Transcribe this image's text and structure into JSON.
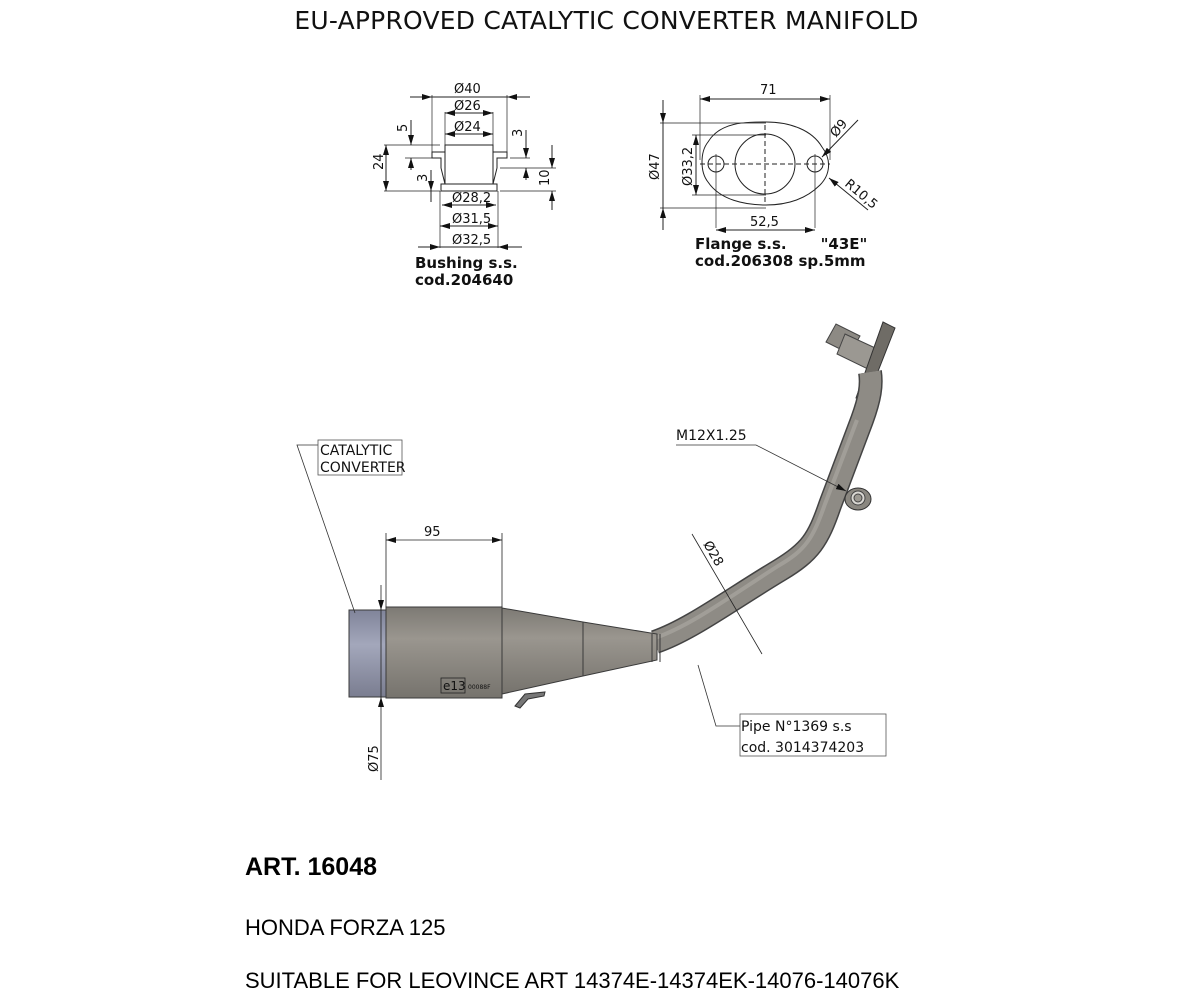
{
  "title": "EU-APPROVED CATALYTIC CONVERTER MANIFOLD",
  "bushing": {
    "caption_line1": "Bushing s.s.",
    "caption_line2": "cod.204640",
    "dims": {
      "d40": "Ø40",
      "d26": "Ø26",
      "d24": "Ø24",
      "d28_2": "Ø28,2",
      "d31_5": "Ø31,5",
      "d32_5": "Ø32,5",
      "h24": "24",
      "h5": "5",
      "h3_left": "3",
      "h3_right": "3",
      "h10": "10"
    }
  },
  "flange": {
    "caption_line1": "Flange s.s.",
    "caption_code": "\"43E\"",
    "caption_line2": "cod.206308 sp.5mm",
    "dims": {
      "w71": "71",
      "w52_5": "52,5",
      "d47": "Ø47",
      "d33_2": "Ø33,2",
      "d9": "Ø9",
      "r10_5": "R10,5"
    }
  },
  "manifold": {
    "catalytic_label_line1": "CATALYTIC",
    "catalytic_label_line2": "CONVERTER",
    "dim_95": "95",
    "dim_d75": "Ø75",
    "dim_d28": "Ø28",
    "thread_label": "M12X1.25",
    "homologation_mark": "e13",
    "homologation_code": "00088F",
    "pipe_label_line1": "Pipe N°1369 s.s",
    "pipe_label_line2": "cod. 3014374203",
    "colors": {
      "body": "#8a8780",
      "body_dark": "#6f6c66",
      "catalyst": "#8f93a8",
      "outline": "#3a3a3a"
    }
  },
  "footer": {
    "art": "ART. 16048",
    "model": "HONDA FORZA 125",
    "suitable": "SUITABLE FOR LEOVINCE ART 14374E-14374EK-14076-14076K"
  }
}
